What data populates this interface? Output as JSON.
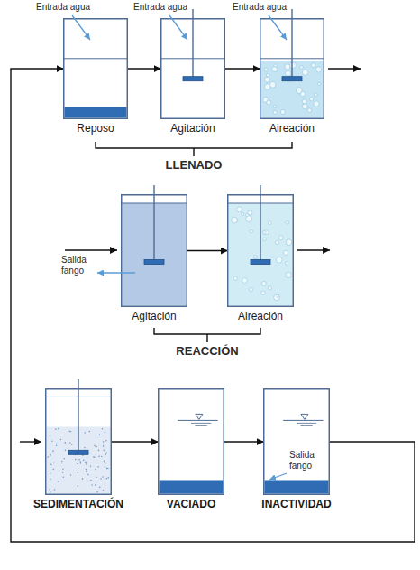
{
  "diagram": {
    "nodes": [
      {
        "text": [
          "Reposo"
        ]
      },
      {
        "text": [
          "Agitación"
        ]
      },
      {
        "text": [
          "Aireación"
        ]
      },
      {
        "text": [
          "Agitación"
        ]
      },
      {
        "text": [
          "Aireación"
        ]
      },
      {
        "text": [
          "SEDIMENTACIÓN"
        ]
      },
      {
        "text": [
          "VACIADO"
        ]
      },
      {
        "text": [
          "INACTIVIDAD"
        ]
      }
    ],
    "edges": [
      {
        "from": 0,
        "to": 1,
        "arrow": "to"
      },
      {
        "from": 1,
        "to": 2,
        "arrow": "to"
      },
      {
        "from": 3,
        "to": 4,
        "arrow": "to"
      },
      {
        "from": 5,
        "to": 6,
        "arrow": "to"
      },
      {
        "from": 6,
        "to": 7,
        "arrow": "to"
      },
      {
        "from": 7,
        "to": 0,
        "arrow": "to"
      }
    ],
    "labels": [
      "Entrada agua",
      "Entrada agua",
      "Entrada agua",
      "LLENADO",
      "Salida fango",
      "REACCIÓN",
      "Salida fango"
    ]
  }
}
